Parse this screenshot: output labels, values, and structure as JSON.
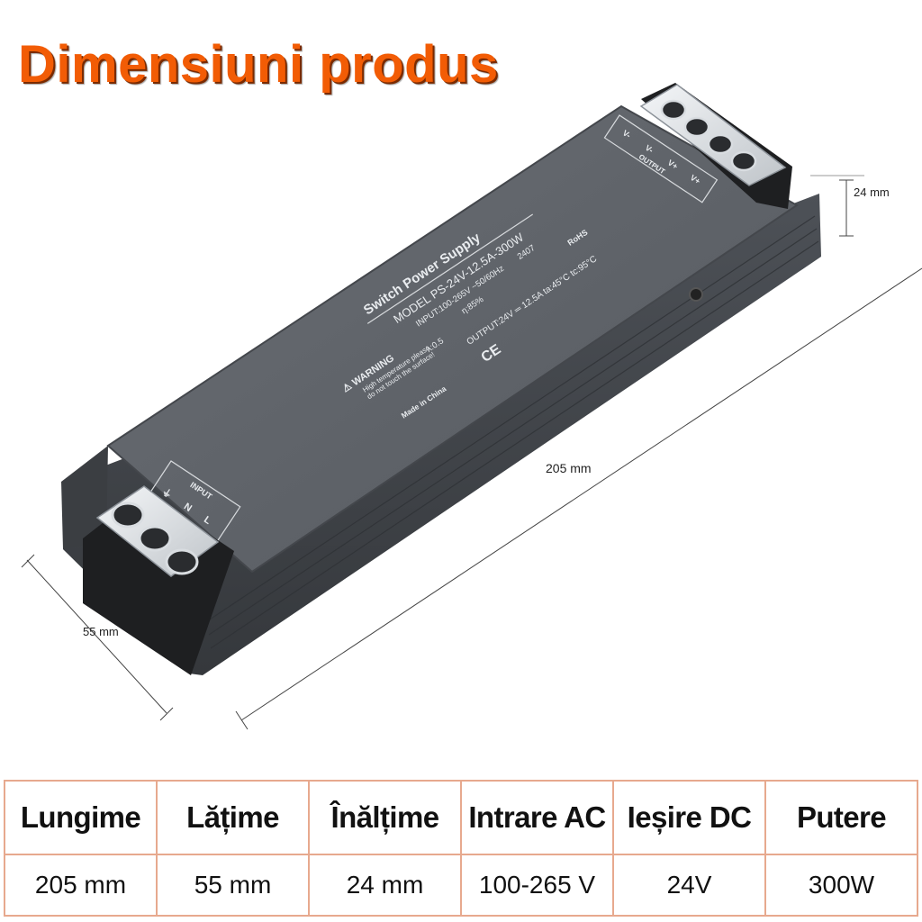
{
  "title": "Dimensiuni produs",
  "product": {
    "label_title": "Switch Power Supply",
    "model_line": "MODEL PS-24V-12.5A-300W",
    "input_line": "INPUT:100-265V ~50/60Hz",
    "efficiency_line": "η:85%",
    "lambda_line": "λ:0.5",
    "output_line": "OUTPUT:24V ═ 12.5A ta:45°C tc:95°C",
    "warning_title": "⚠ WARNING",
    "warning_line1": "High temperature please",
    "warning_line2": "do not touch the surface!",
    "made_in": "Made in China",
    "batch": "2407",
    "rohs": "RoHS",
    "ce": "CE",
    "input_terminal_label": "INPUT",
    "input_pins": [
      "L",
      "N",
      "⏚"
    ],
    "output_terminal_label": "OUTPUT",
    "output_pins": [
      "V-",
      "V-",
      "V+",
      "V+"
    ]
  },
  "dimensions": {
    "height_label": "24 mm",
    "length_label": "205 mm",
    "width_label": "55 mm"
  },
  "specs": {
    "headers": [
      "Lungime",
      "Lățime",
      "Înălțime",
      "Intrare AC",
      "Ieșire DC",
      "Putere"
    ],
    "values": [
      "205 mm",
      "55 mm",
      "24 mm",
      "100-265 V",
      "24V",
      "300W"
    ]
  },
  "colors": {
    "title": "#f25c05",
    "body": "#5b5f65",
    "table_border": "#e7a98e"
  }
}
